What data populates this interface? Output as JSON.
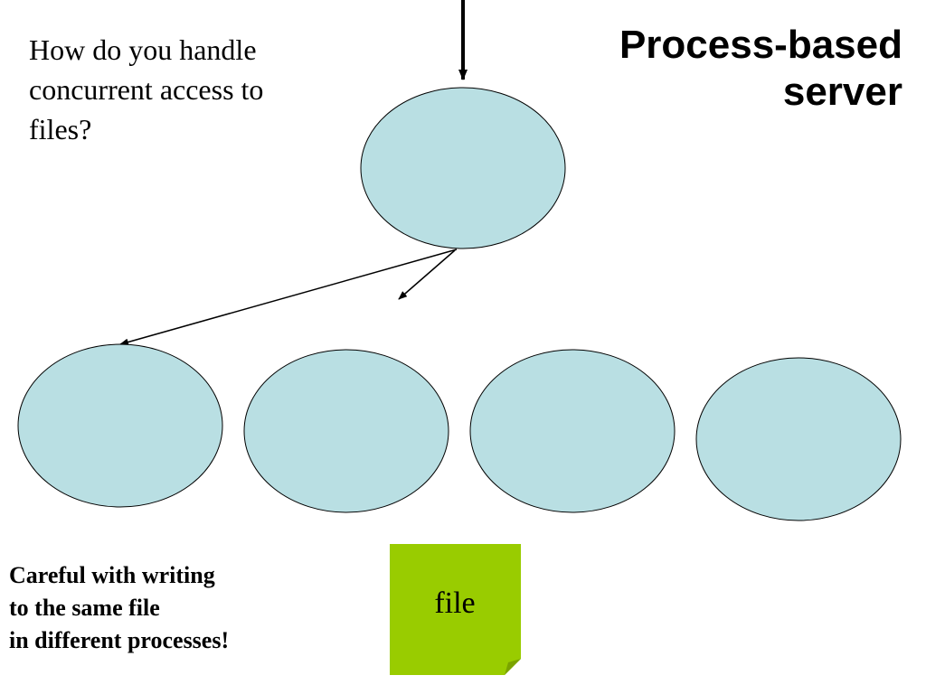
{
  "title": {
    "line1": "Process-based",
    "line2": "server"
  },
  "question": {
    "line1": "How do you handle",
    "line2": "concurrent access to",
    "line3": "files?"
  },
  "warning": {
    "line1": "Careful with writing",
    "line2": "to the same file",
    "line3": "in different processes!"
  },
  "file_note": {
    "label": "file"
  },
  "colors": {
    "node_fill": "#b9dfe3",
    "note_fill": "#99cc00"
  }
}
